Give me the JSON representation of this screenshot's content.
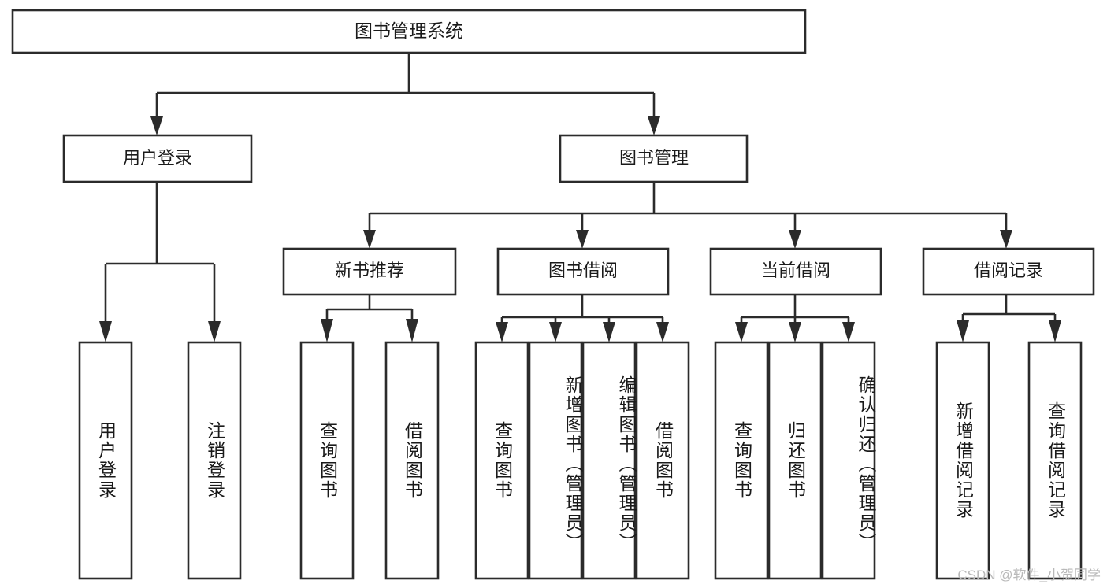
{
  "diagram": {
    "type": "tree-hierarchy-chart",
    "root": {
      "id": "root",
      "label": "图书管理系统"
    },
    "level2": [
      {
        "id": "user-login",
        "label": "用户登录"
      },
      {
        "id": "book-management",
        "label": "图书管理"
      }
    ],
    "level3": [
      {
        "id": "new-book-recommend",
        "label": "新书推荐"
      },
      {
        "id": "book-borrow",
        "label": "图书借阅"
      },
      {
        "id": "current-borrow",
        "label": "当前借阅"
      },
      {
        "id": "borrow-record",
        "label": "借阅记录"
      }
    ],
    "leaves": {
      "user_login": [
        {
          "id": "leaf-user-login",
          "label": "用户登录"
        },
        {
          "id": "leaf-logout-login",
          "label": "注销登录"
        }
      ],
      "new_book_recommend": [
        {
          "id": "leaf-query-book-1",
          "label": "查询图书"
        },
        {
          "id": "leaf-borrow-book-1",
          "label": "借阅图书"
        }
      ],
      "book_borrow": [
        {
          "id": "leaf-query-book-2",
          "label": "查询图书"
        },
        {
          "id": "leaf-add-book",
          "label": "新增图书（管理员）"
        },
        {
          "id": "leaf-edit-book",
          "label": "编辑图书（管理员）"
        },
        {
          "id": "leaf-borrow-book-2",
          "label": "借阅图书"
        }
      ],
      "current_borrow": [
        {
          "id": "leaf-query-book-3",
          "label": "查询图书"
        },
        {
          "id": "leaf-return-book",
          "label": "归还图书"
        },
        {
          "id": "leaf-confirm-return",
          "label": "确认归还（管理员）"
        }
      ],
      "borrow_record": [
        {
          "id": "leaf-add-record",
          "label": "新增借阅记录"
        },
        {
          "id": "leaf-query-record",
          "label": "查询借阅记录"
        }
      ]
    }
  },
  "watermark": {
    "text": "CSDN @软件_小贺同学"
  },
  "colors": {
    "stroke": "#2b2b2b",
    "fill": "#ffffff",
    "text": "#1a1a1a",
    "watermark": "#b9b9b9"
  }
}
